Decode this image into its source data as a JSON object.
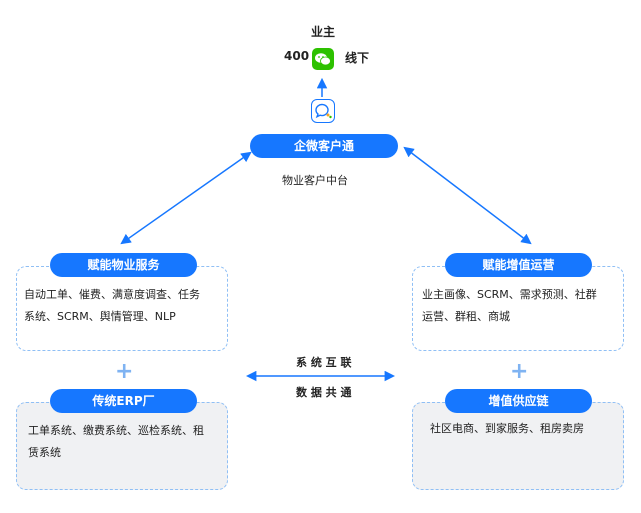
{
  "top": {
    "owner_label": "业主",
    "channel_left": "400",
    "channel_right": "线下",
    "icons": [
      "wechat-icon",
      "wecom-icon"
    ]
  },
  "center": {
    "pill_label": "企微客户通",
    "sub_label": "物业客户中台"
  },
  "left_top": {
    "pill_label": "赋能物业服务",
    "lines": [
      "自动工单、催费、满意度调查、任务",
      "系统、SCRM、舆情管理、NLP"
    ]
  },
  "left_bottom": {
    "pill_label": "传统ERP厂",
    "lines": [
      "工单系统、缴费系统、巡检系统、租",
      "赁系统"
    ]
  },
  "right_top": {
    "pill_label": "赋能增值运营",
    "lines": [
      "业主画像、SCRM、需求预测、社群",
      "运营、群租、商城"
    ]
  },
  "right_bottom": {
    "pill_label": "增值供应链",
    "lines": [
      "社区电商、到家服务、租房卖房"
    ]
  },
  "middle": {
    "line1": "系 统 互 联",
    "line2": "数 据 共 通"
  },
  "colors": {
    "accent": "#1677ff",
    "dashed_border": "#8fbff5",
    "gray_fill": "#f0f1f3",
    "wechat_green": "#2dc100"
  }
}
